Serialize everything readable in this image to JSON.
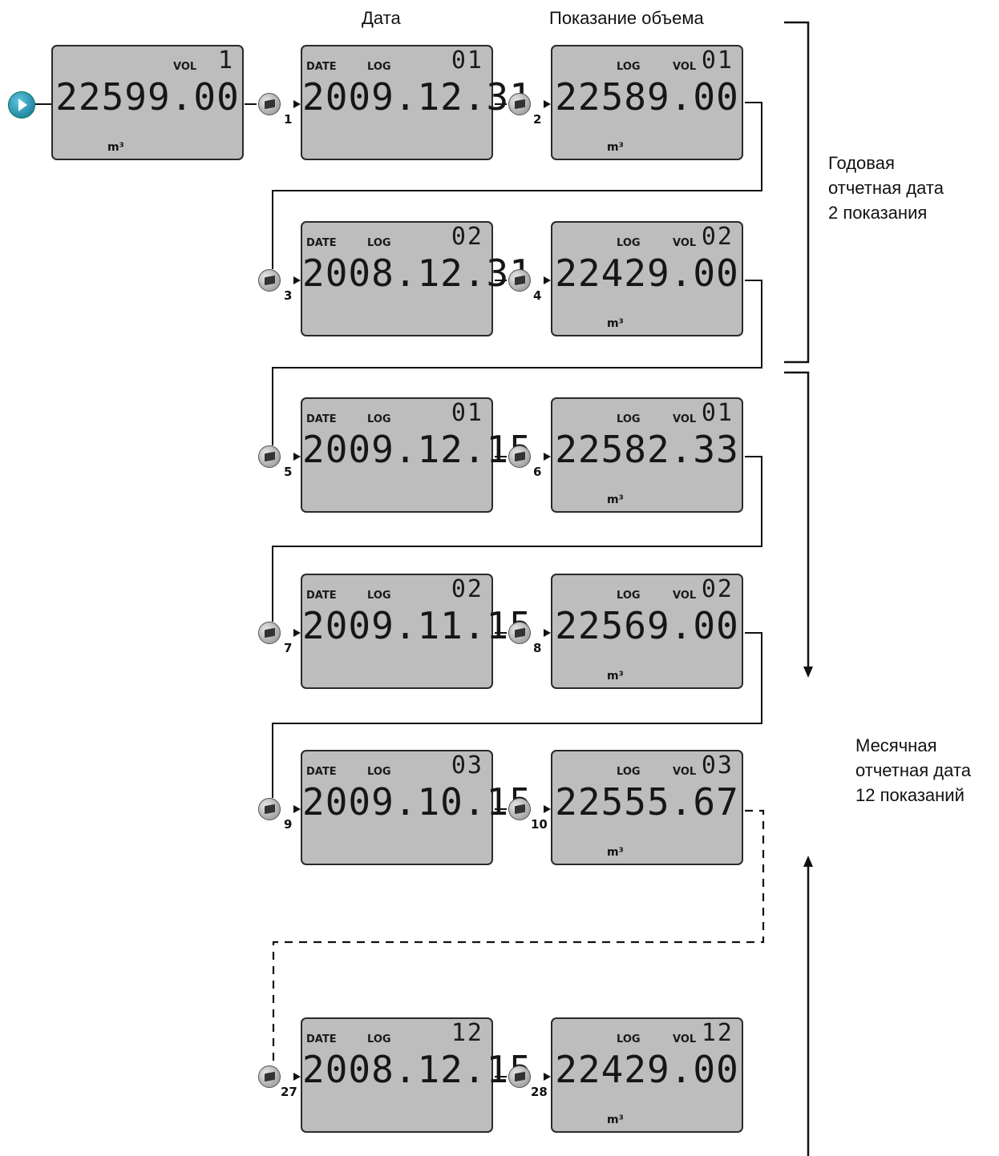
{
  "headers": {
    "date": "Дата",
    "volume": "Показание объема"
  },
  "side_labels": {
    "annual": [
      "Годовая",
      "отчетная дата",
      "2 показания"
    ],
    "monthly": [
      "Месячная",
      "отчетная дата",
      "12 показаний"
    ]
  },
  "lcd_labels": {
    "date": "DATE",
    "log": "LOG",
    "vol": "VOL",
    "unit": "m³"
  },
  "start_display": {
    "index": "1",
    "value": "22599.00"
  },
  "rows": [
    {
      "date": {
        "step": "1",
        "index": "01",
        "value": "2009.12.31"
      },
      "volume": {
        "step": "2",
        "index": "01",
        "value": "22589.00"
      }
    },
    {
      "date": {
        "step": "3",
        "index": "02",
        "value": "2008.12.31"
      },
      "volume": {
        "step": "4",
        "index": "02",
        "value": "22429.00"
      }
    },
    {
      "date": {
        "step": "5",
        "index": "01",
        "value": "2009.12.15"
      },
      "volume": {
        "step": "6",
        "index": "01",
        "value": "22582.33"
      }
    },
    {
      "date": {
        "step": "7",
        "index": "02",
        "value": "2009.11.15"
      },
      "volume": {
        "step": "8",
        "index": "02",
        "value": "22569.00"
      }
    },
    {
      "date": {
        "step": "9",
        "index": "03",
        "value": "2009.10.15"
      },
      "volume": {
        "step": "10",
        "index": "03",
        "value": "22555.67"
      }
    },
    {
      "date": {
        "step": "27",
        "index": "12",
        "value": "2008.12.15"
      },
      "volume": {
        "step": "28",
        "index": "12",
        "value": "22429.00"
      }
    }
  ]
}
